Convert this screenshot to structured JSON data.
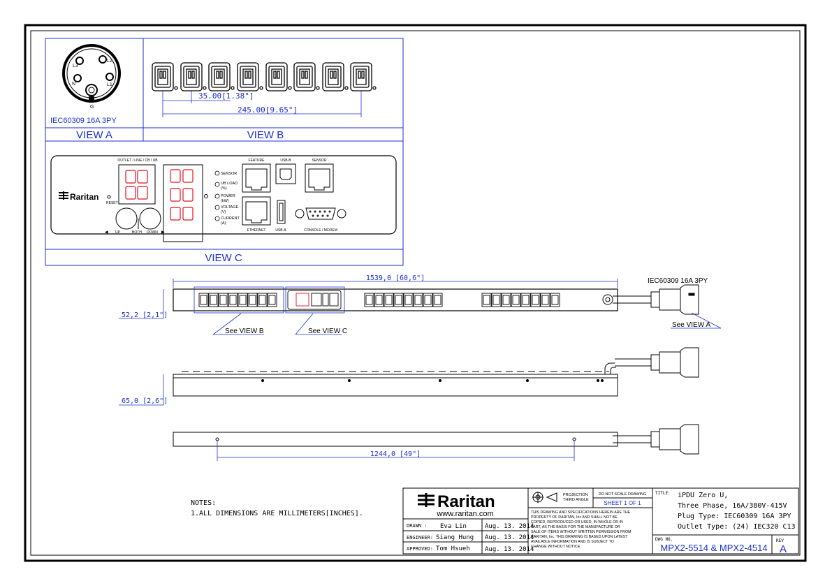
{
  "colors": {
    "blue": "#1a2fd6",
    "line": "#000000",
    "led": "#e3121b"
  },
  "view_a": {
    "pins": [
      "L3",
      "L2",
      "N",
      "L1",
      "G"
    ],
    "plug_label": "IEC60309 16A 3PY",
    "title": "VIEW A"
  },
  "view_b": {
    "dim_pitch": "35.00[1.38\"]",
    "dim_span": "245.00[9.65\"]",
    "title": "VIEW B"
  },
  "view_c": {
    "display_header": "OUTLET / LINE / CB / UB",
    "brand": "Raritan",
    "reset": "RESET",
    "button_labels": [
      "UP",
      "BOTH",
      "DOWN"
    ],
    "indicators": [
      "SENSOR",
      "UB LOAD\n(%)",
      "POWER\n(kW)",
      "VOLTAGE\n(V)",
      "CURRENT\n(A)"
    ],
    "port_feature": "FEATURE",
    "port_ethernet": "ETHERNET",
    "port_usb_b": "USB-B",
    "port_usb_a": "USB-A",
    "port_sensor": "SENSOR",
    "port_console": "CONSOLE / MODEM",
    "title": "VIEW C"
  },
  "main": {
    "dim_length": "1539,0 [60,6\"]",
    "dim_height": "52,2 [2,1\"]",
    "dim_depth": "65,0 [2,6\"]",
    "dim_mount": "1244,0 [49\"]",
    "plug_label": "IEC60309 16A 3PY",
    "callout_b": "See VIEW B",
    "callout_c": "See VIEW C",
    "callout_a": "See VIEW A"
  },
  "notes": {
    "heading": "NOTES:",
    "line1": "1.ALL DIMENSIONS ARE MILLIMETERS[INCHES]."
  },
  "title_block": {
    "brand": "Raritan",
    "website": "www.raritan.com",
    "projection_line1": "PROJECTION",
    "projection_line2": "THIRD ANGLE",
    "do_not_scale": "DO NOT SCALE DRAWING",
    "sheet": "SHEET 1 OF 1",
    "disclaimer": [
      "THIS DRAWING AND SPECIFICATIONS HEREIN ARE THE",
      "PROPERTY OF RARITAN, Inc AND SHALL NOT BE",
      "COPIED, REPRODUCED OR USED, IN WHOLE OR IN",
      "PART, AS THE BASIS FOR THE MANUFACTURE OR",
      "SALE OF ITEMS WITHOUT WRITTEN PERMISSION FROM",
      "RARITAN, Inc. THIS DRAWING IS BASED UPON LATEST",
      "AVAILABLE INFORMATION AND IS SUBJECT TO",
      "CHANGE WITHOUT NOTICE."
    ],
    "drawn_label": "DRAWN :",
    "drawn_name": "Eva Lin",
    "drawn_date": "Aug. 13. 2014",
    "engineer_label": "ENGINEER:",
    "engineer_name": "Siang Hung",
    "engineer_date": "Aug. 13. 2014",
    "approved_label": "APPROVED:",
    "approved_name": "Tom Hsueh",
    "approved_date": "Aug. 13. 2014",
    "title_label": "TITLE:",
    "title_lines": [
      "iPDU Zero U,",
      "Three Phase, 16A/380V-415V",
      "Plug Type: IEC60309 16A 3PY",
      "Outlet Type: (24) IEC320 C13"
    ],
    "dwg_label": "DWG NO.",
    "dwg_no": "MPX2-5514 & MPX2-4514",
    "rev_label": "REV",
    "rev": "A"
  }
}
